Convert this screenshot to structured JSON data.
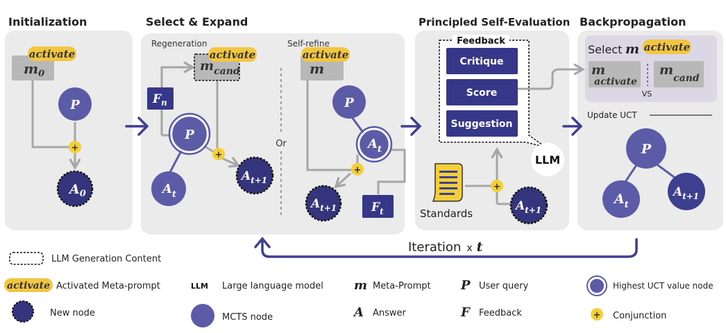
{
  "colors": {
    "panel": "#ebebeb",
    "panel_purple": "#dcd7e4",
    "node_light": "#5b5ba7",
    "node_dark": "#35357e",
    "feedback_box": "#37378a",
    "meta_box": "#b8b8b8",
    "activate_badge": "#f3c641",
    "conjunction": "#f3cf3a",
    "arrow": "#3f3f8f",
    "line": "#a6a6a6"
  },
  "sections": {
    "initialization": "Initialization",
    "select_expand": "Select & Expand",
    "self_evaluation": "Principled Self-Evaluation",
    "backpropagation": "Backpropagation"
  },
  "expand": {
    "regeneration": "Regeneration",
    "self_refine": "Self-refine",
    "or": "Or"
  },
  "labels": {
    "activate": "activate",
    "m": "m",
    "zero": "0",
    "cand": "cand",
    "activate_sub": "activate",
    "P": "P",
    "A": "A",
    "t": "t",
    "t1": "t+1",
    "F": "F",
    "n": "n",
    "plus": "+",
    "select": "Select",
    "vs": "VS",
    "update_uct": "Update UCT",
    "llm": "LLM",
    "standards": "Standards"
  },
  "feedback": {
    "title": "Feedback",
    "items": [
      "Critique",
      "Score",
      "Suggestion"
    ]
  },
  "iteration": {
    "label": "Iteration",
    "times": "x",
    "var": "t"
  },
  "legend": {
    "llm_content": "LLM Generation Content",
    "activated_meta": "Activated Meta-prompt",
    "new_node": "New node",
    "llm_abbr": "LLM",
    "llm_full": "Large language model",
    "mcts_node": "MCTS node",
    "m_symbol": "m",
    "meta_prompt": "Meta-Prompt",
    "a_symbol": "A",
    "answer": "Answer",
    "p_symbol": "P",
    "user_query": "User query",
    "f_symbol": "F",
    "feedback": "Feedback",
    "highest_uct": "Highest UCT value node",
    "conjunction": "Conjunction"
  }
}
